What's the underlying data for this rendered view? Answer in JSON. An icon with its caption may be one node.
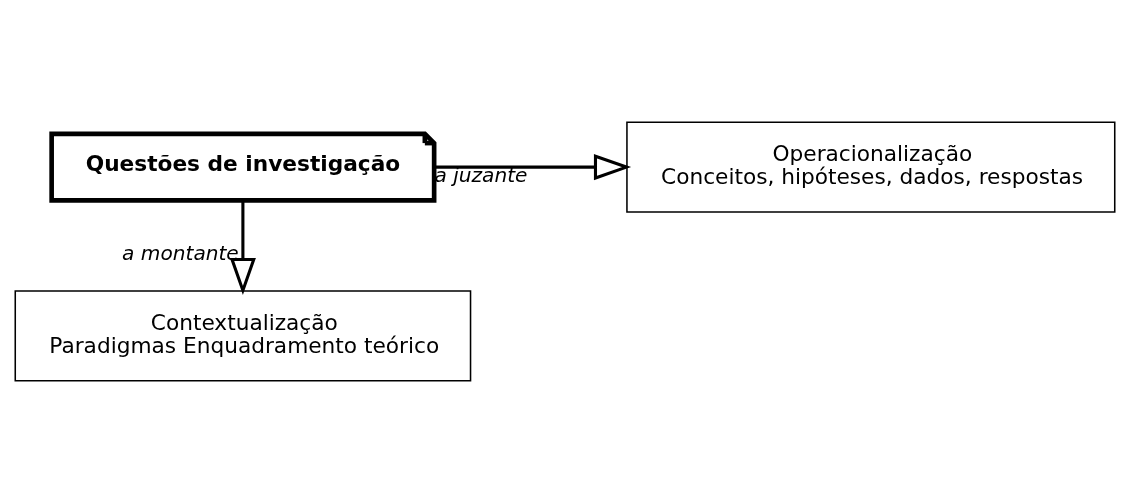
{
  "diagram": {
    "nodes": [
      {
        "text": [
          "Contextualização",
          "Paradigmas Enquadramento teórico"
        ]
      },
      {
        "text": [
          "Questões de investigação"
        ]
      },
      {
        "text": [
          "Operacionalização",
          "Conceitos, hipóteses, dados, respostas"
        ]
      }
    ],
    "edges": [
      {
        "from": 1,
        "to": 2,
        "arrow": "to",
        "label": "a juzante"
      },
      {
        "from": 1,
        "to": 0,
        "arrow": "to",
        "label": "a montante"
      }
    ]
  }
}
